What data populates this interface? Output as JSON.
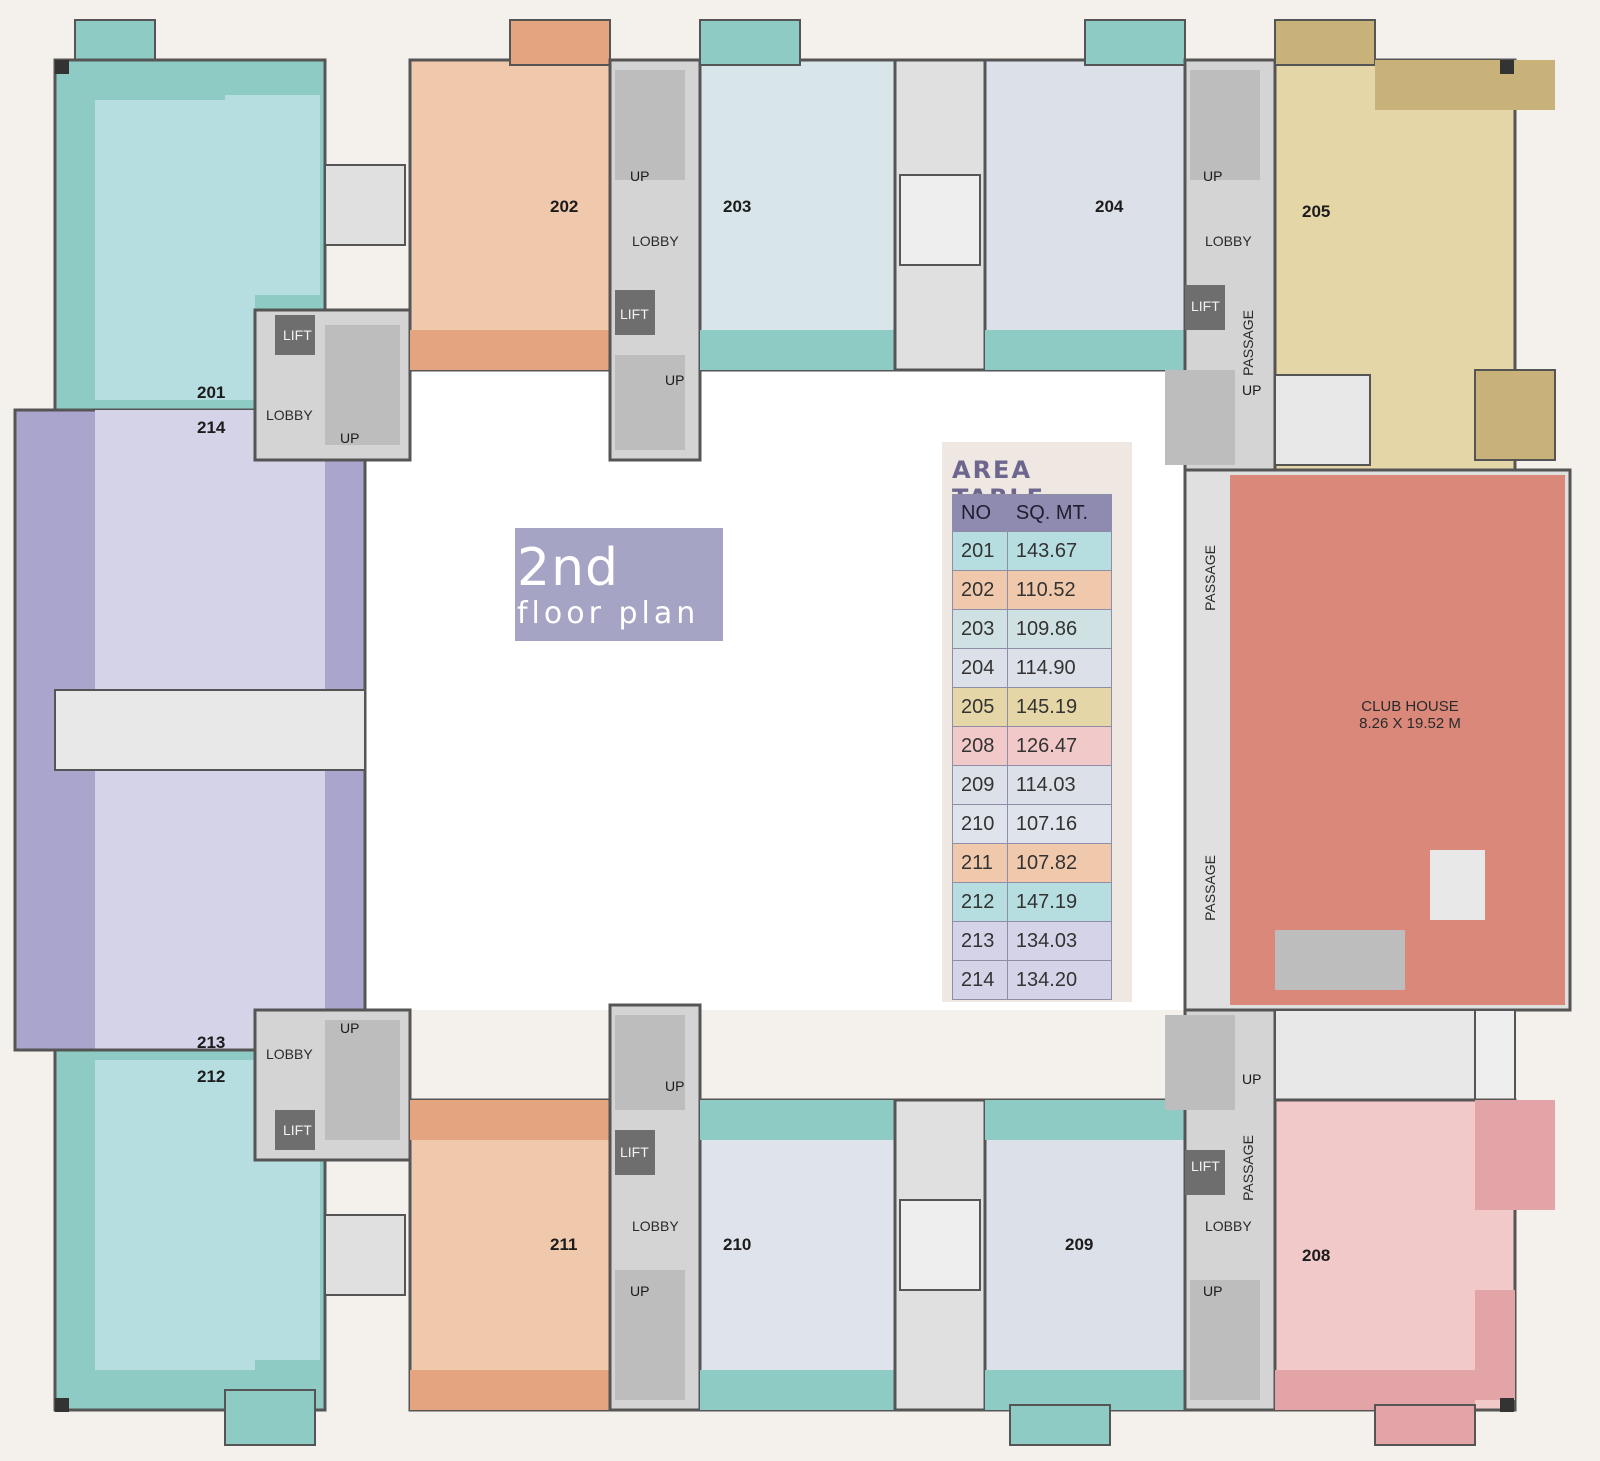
{
  "plan_title": {
    "main": "2nd",
    "sub": "floor plan"
  },
  "area_table": {
    "title": "AREA TABLE",
    "headers": [
      "NO",
      "SQ. MT."
    ],
    "rows": [
      {
        "no": "201",
        "area": "143.67",
        "color": "#b6dde0"
      },
      {
        "no": "202",
        "area": "110.52",
        "color": "#f0c9ad"
      },
      {
        "no": "203",
        "area": "109.86",
        "color": "#cfe1e3"
      },
      {
        "no": "204",
        "area": "114.90",
        "color": "#dce0e8"
      },
      {
        "no": "205",
        "area": "145.19",
        "color": "#e4d6a6"
      },
      {
        "no": "208",
        "area": "126.47",
        "color": "#f2c9c9"
      },
      {
        "no": "209",
        "area": "114.03",
        "color": "#dce0e8"
      },
      {
        "no": "210",
        "area": "107.16",
        "color": "#dfe4ec"
      },
      {
        "no": "211",
        "area": "107.82",
        "color": "#f0c9ad"
      },
      {
        "no": "212",
        "area": "147.19",
        "color": "#b6dde0"
      },
      {
        "no": "213",
        "area": "134.03",
        "color": "#d5d3e8"
      },
      {
        "no": "214",
        "area": "134.20",
        "color": "#d5d3e8"
      }
    ]
  },
  "units": {
    "u201": "201",
    "u202": "202",
    "u203": "203",
    "u204": "204",
    "u205": "205",
    "u208": "208",
    "u209": "209",
    "u210": "210",
    "u211": "211",
    "u212": "212",
    "u213": "213",
    "u214": "214"
  },
  "labels": {
    "lobby": "LOBBY",
    "lift": "LIFT",
    "up": "UP",
    "passage": "PASSAGE",
    "club_name": "CLUB HOUSE",
    "club_size": "8.26 X 19.52 M"
  },
  "colors": {
    "unit_201_212": "#b6dde0",
    "unit_202_211": "#f0c9ad",
    "unit_203_210": "#d8e6ea",
    "unit_204_209": "#dce0e8",
    "unit_205": "#e4d6a6",
    "unit_208": "#f2c9c9",
    "unit_213_214": "#d5d3e8",
    "balcony_teal": "#8ecbc4",
    "balcony_orange": "#e3a47f",
    "balcony_purple": "#a9a5cc",
    "balcony_tan": "#c9b27a",
    "balcony_pink": "#e3a4a8",
    "club_house": "#d9887a",
    "wall": "#555555",
    "stair": "#bdbdbd",
    "lift": "#6e6e6e"
  }
}
